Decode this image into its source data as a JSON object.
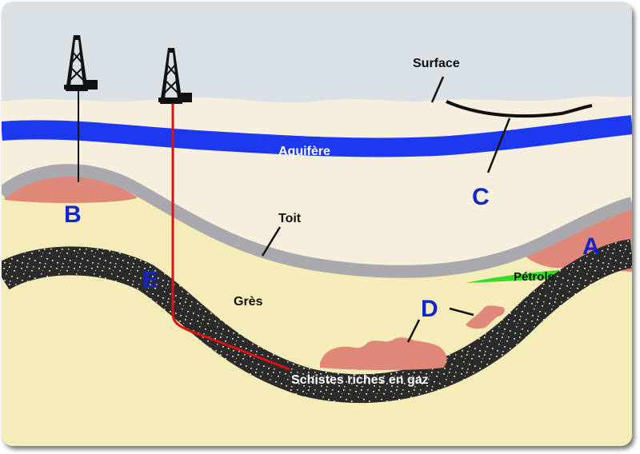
{
  "labels": {
    "surface": "Surface",
    "aquifer": "Aquifère",
    "roof": "Toit",
    "sandstone": "Grès",
    "oil": "Pétrole",
    "shale": "Schistes riches en gaz"
  },
  "letters": {
    "a": "A",
    "b": "B",
    "c": "C",
    "d": "D",
    "e": "E"
  },
  "colors": {
    "sky": "#d9e0e6",
    "cream": "#f6efdd",
    "aquifer": "#1c39f0",
    "cap_rock": "#a9a9ad",
    "sandstone": "#f5ecb9",
    "gas": "#df8778",
    "oil": "#33dd22",
    "shale": "#2b2b2b",
    "well_red": "#dd1111",
    "letter_blue": "#1226c8"
  }
}
